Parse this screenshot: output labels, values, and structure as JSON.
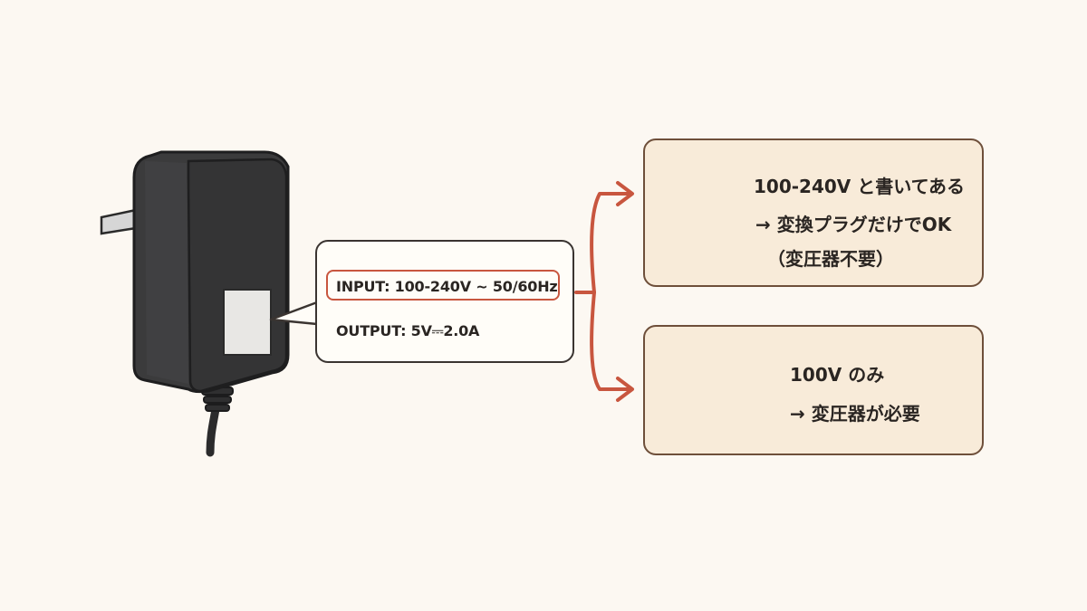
{
  "adapter_label": {
    "input_text": "INPUT: 100-240V ~ 50/60Hz",
    "output_text": "OUTPUT: 5V⎓2.0A"
  },
  "options": [
    {
      "line1": "100-240V と書いてある",
      "line2": "→ 変換プラグだけでOK",
      "line3": "（変圧器不要）",
      "icon": "plug-adapter-icon"
    },
    {
      "line1": "100V のみ",
      "line2": "→ 変圧器が必要",
      "icon": "transformer-icon"
    }
  ],
  "colors": {
    "background": "#fcf8f2",
    "accent": "#c8563f",
    "card_fill": "#f8ebd9",
    "card_border": "#6e4f3a",
    "adapter_body": "#3b3b3c"
  }
}
